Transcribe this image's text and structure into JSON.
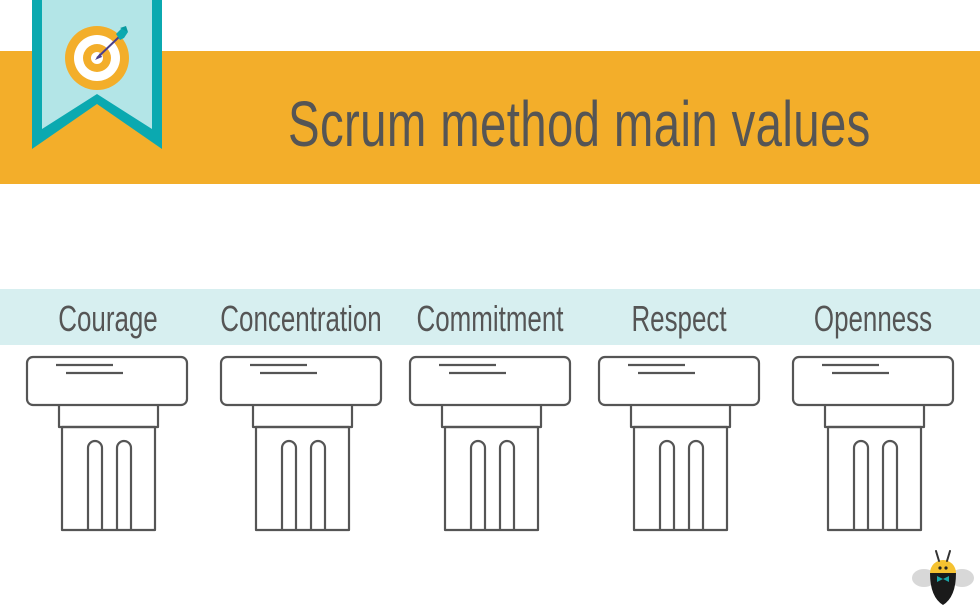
{
  "header": {
    "title": "Scrum method main values",
    "band_color": "#f3ae2a",
    "title_color": "#555555",
    "icon": "target-arrow-ribbon-icon",
    "ribbon_colors": {
      "border": "#0ba9b0",
      "fill": "#b3e5e7",
      "target": "#f3ae2a",
      "arrow": "#4a3f8c"
    }
  },
  "values": {
    "band_color": "#d7eff0",
    "pillar_icon": "greek-pillar-icon",
    "pillar_stroke": "#555555",
    "items": [
      {
        "label": "Courage"
      },
      {
        "label": "Concentration"
      },
      {
        "label": "Commitment"
      },
      {
        "label": "Respect"
      },
      {
        "label": "Openness"
      }
    ]
  },
  "footer": {
    "mascot": "bee-logo-icon"
  }
}
